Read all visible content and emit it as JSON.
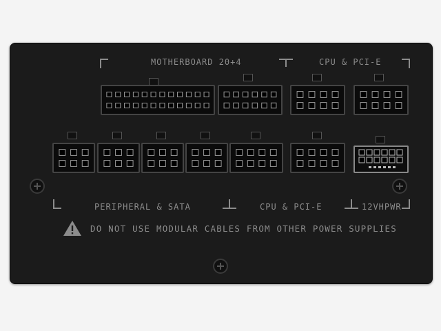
{
  "labels": {
    "motherboard": "MOTHERBOARD 20+4",
    "cpu_pcie_top": "CPU & PCI-E",
    "peripheral_sata": "PERIPHERAL & SATA",
    "cpu_pcie_bottom": "CPU & PCI-E",
    "vhpwr": "12VHPWR"
  },
  "warning": {
    "text": "DO NOT USE MODULAR CABLES FROM OTHER POWER SUPPLIES",
    "icon": "warning-triangle-icon"
  },
  "colors": {
    "panel": "#1b1b1b",
    "text": "#8c8c8c",
    "background": "#f4f4f4"
  }
}
